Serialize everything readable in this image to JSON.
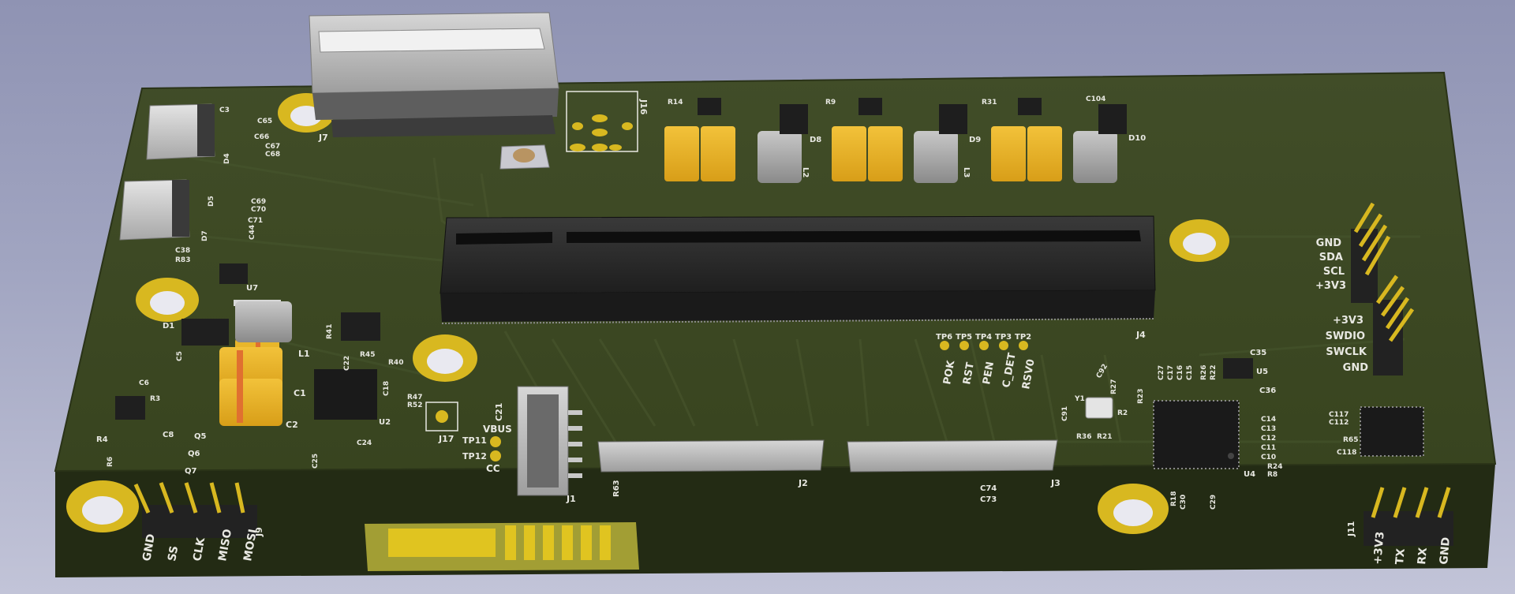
{
  "colors": {
    "board": "#3e4a26",
    "board_edge": "#2a3318",
    "silkscreen": "#e8e8e2",
    "copper_gold": "#d8b820",
    "tantalum": "#e8b62a",
    "connector_black": "#2b2b2b",
    "background": "#a1a5c1"
  },
  "connectors": {
    "j9": {
      "ref": "J9",
      "pins": [
        "GND",
        "SS",
        "CLK",
        "MISO",
        "MOSI"
      ]
    },
    "j11": {
      "ref": "J11",
      "pins": [
        "+3V3",
        "TX",
        "RX",
        "GND"
      ]
    },
    "i2c_header": {
      "pins": [
        "GND",
        "SDA",
        "SCL",
        "+3V3"
      ]
    },
    "swd_header": {
      "pins": [
        "+3V3",
        "SWDIO",
        "SWCLK",
        "GND"
      ]
    },
    "j4": "J4",
    "j1": "J1",
    "j2": "J2",
    "j3": "J3",
    "j7": "J7",
    "j16": "J16",
    "j17": "J17"
  },
  "test_points": {
    "top_row": [
      "TP6",
      "TP5",
      "TP4",
      "TP3",
      "TP2"
    ],
    "top_row_nets": [
      "POK",
      "RST",
      "PEN",
      "C_DET",
      "RSV0"
    ],
    "tp11": "TP11",
    "tp11_net": "VBUS",
    "tp12": "TP12",
    "tp12_net": "CC"
  },
  "refs": {
    "l1": "L1",
    "l2": "L2",
    "l3": "L3",
    "c1": "C1",
    "c2": "C2",
    "u2": "U2",
    "u4": "U4",
    "u5": "U5",
    "u7": "U7",
    "d1": "D1",
    "q5": "Q5",
    "q6": "Q6",
    "q7": "Q7",
    "r4": "R4",
    "r6": "R6",
    "r63": "R63",
    "c74": "C74",
    "c73": "C73",
    "c35": "C35",
    "c36": "C36",
    "c21": "C21",
    "c24": "C24",
    "c25": "C25",
    "r47": "R47",
    "r52": "R52",
    "r45": "R45",
    "r40": "R40",
    "r41": "R41",
    "c22": "C22",
    "c18": "C18",
    "d8": "D8",
    "d9": "D9",
    "d10": "D10",
    "r14": "R14",
    "r9": "R9",
    "r31": "R31",
    "c104": "C104",
    "c65": "C65",
    "c66": "C66",
    "c67": "C67",
    "c68": "C68",
    "c69": "C69",
    "c70": "C70",
    "c71": "C71",
    "c44": "C44",
    "c8": "C8",
    "c6": "C6",
    "r3": "R3",
    "y1": "Y1",
    "c91": "C91",
    "c92": "C92",
    "r36": "R36",
    "r21": "R21",
    "r27": "R27",
    "r2": "R2",
    "r23": "R23",
    "c14": "C14",
    "c13": "C13",
    "c12": "C12",
    "c11": "C11",
    "c10": "C10",
    "r24": "R24",
    "r8": "R8",
    "r18": "R18",
    "c30": "C30",
    "c29": "C29",
    "c117": "C117",
    "c112": "C112",
    "r65": "R65",
    "c118": "C118",
    "c27": "C27",
    "c17": "C17",
    "c16": "C16",
    "c15": "C15",
    "r26": "R26",
    "r22": "R22",
    "c5": "C5",
    "d4": "D4",
    "d5": "D5",
    "d7": "D7",
    "c3": "C3",
    "r83": "R83",
    "c38": "C38"
  }
}
